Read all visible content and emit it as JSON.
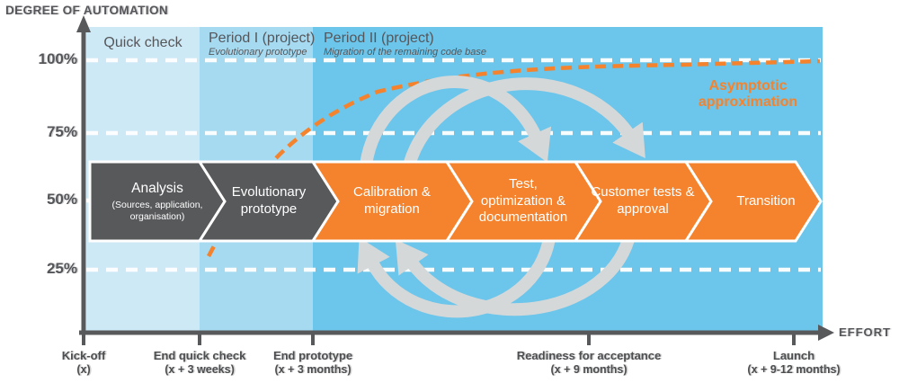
{
  "title": "DEGREE OF AUTOMATION",
  "x_axis_label": "EFFORT",
  "y_ticks": [
    "100%",
    "75%",
    "50%",
    "25%"
  ],
  "zones": [
    {
      "label": "Quick check",
      "sublabel": ""
    },
    {
      "label": "Period I (project)",
      "sublabel": "Evolutionary prototype"
    },
    {
      "label": "Period II (project)",
      "sublabel": "Migration of the remaining code base"
    }
  ],
  "chevrons": [
    {
      "label": "Analysis",
      "sublabel": "(Sources, application, organisation)",
      "color": "#58595b"
    },
    {
      "label": "Evolutionary prototype",
      "sublabel": "",
      "color": "#58595b"
    },
    {
      "label": "Calibration & migration",
      "sublabel": "",
      "color": "#f5832d"
    },
    {
      "label": "Test, optimization & documentation",
      "sublabel": "",
      "color": "#f5832d"
    },
    {
      "label": "Customer tests & approval",
      "sublabel": "",
      "color": "#f5832d"
    },
    {
      "label": "Transition",
      "sublabel": "",
      "color": "#f5832d"
    }
  ],
  "annotation": "Asymptotic approximation",
  "milestones": [
    {
      "label": "Kick-off",
      "sublabel": "(x)"
    },
    {
      "label": "End quick check",
      "sublabel": "(x + 3 weeks)"
    },
    {
      "label": "End prototype",
      "sublabel": "(x + 3 months)"
    },
    {
      "label": "Readiness for acceptance",
      "sublabel": "(x + 9 months)"
    },
    {
      "label": "Launch",
      "sublabel": "(x + 9-12 months)"
    }
  ],
  "colors": {
    "zone_quick_check": "#cde9f6",
    "zone_period_1": "#a5daf1",
    "zone_period_2": "#6cc5ea",
    "chevron_dark": "#58595b",
    "chevron_orange": "#f5832d",
    "loop_gray": "#d5d8d9",
    "axis_gray": "#58595b",
    "gridline_white": "#ffffff",
    "curve_orange": "#f5832d"
  }
}
